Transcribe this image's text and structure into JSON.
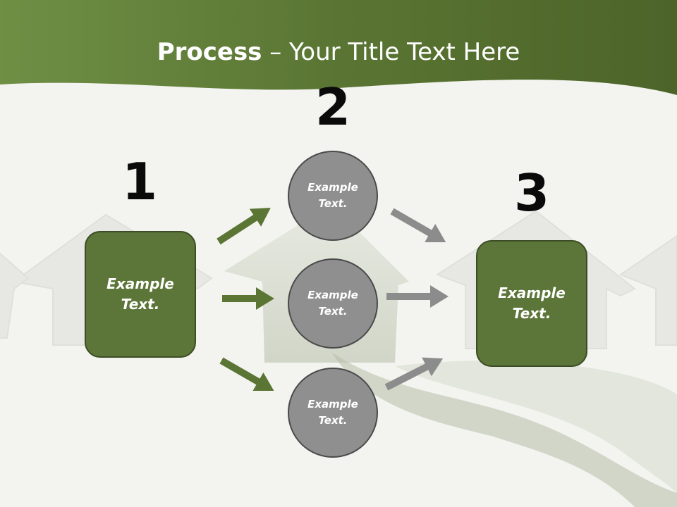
{
  "title": {
    "bold": "Process",
    "rest": " – Your Title Text Here"
  },
  "steps": {
    "one": {
      "number": "1",
      "text": "Example Text."
    },
    "two": {
      "number": "2"
    },
    "three": {
      "number": "3",
      "text": "Example Text."
    }
  },
  "circles": [
    {
      "text": "Example Text."
    },
    {
      "text": "Example Text."
    },
    {
      "text": "Example Text."
    }
  ],
  "colors": {
    "header_green": "#5e7a35",
    "box_green": "#5c7538",
    "arrow_green": "#5b7535",
    "arrow_gray": "#8c8c8c",
    "circle_gray": "#8f8f8f"
  }
}
